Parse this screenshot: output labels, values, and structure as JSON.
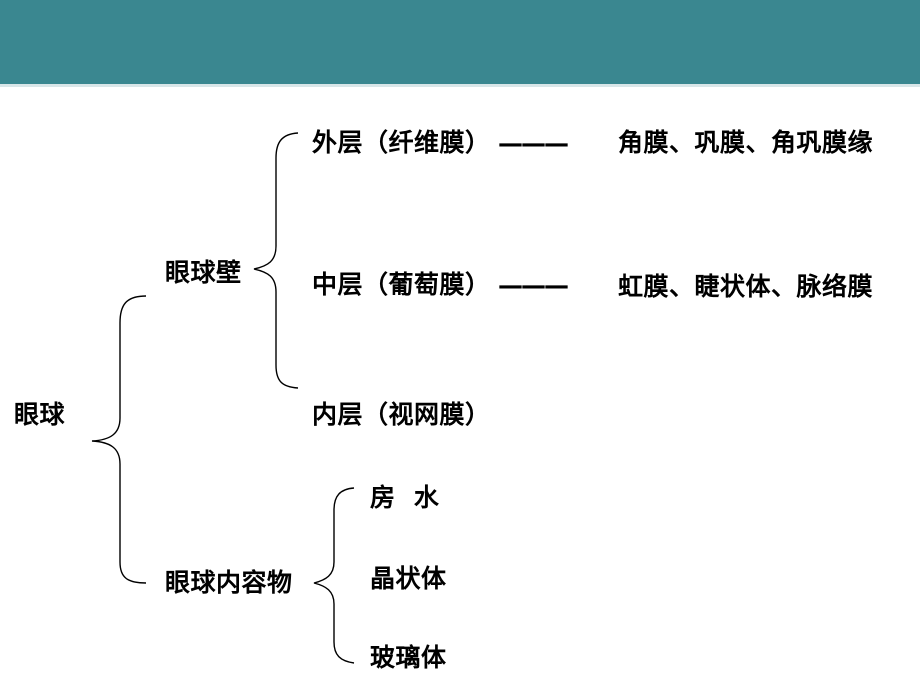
{
  "header_bar": {
    "color": "#3a8790"
  },
  "root": {
    "label": "眼球"
  },
  "wall": {
    "label": "眼球壁",
    "outer_layer": {
      "label": "外层（纤维膜）",
      "connector": "———",
      "parts": "角膜、巩膜、角巩膜缘"
    },
    "middle_layer": {
      "label": "中层（葡萄膜）",
      "connector": "———",
      "parts": "虹膜、睫状体、脉络膜"
    },
    "inner_layer": {
      "label": "内层（视网膜）"
    }
  },
  "contents": {
    "label": "眼球内容物",
    "items": [
      "房  水",
      "晶状体",
      "玻璃体"
    ]
  }
}
